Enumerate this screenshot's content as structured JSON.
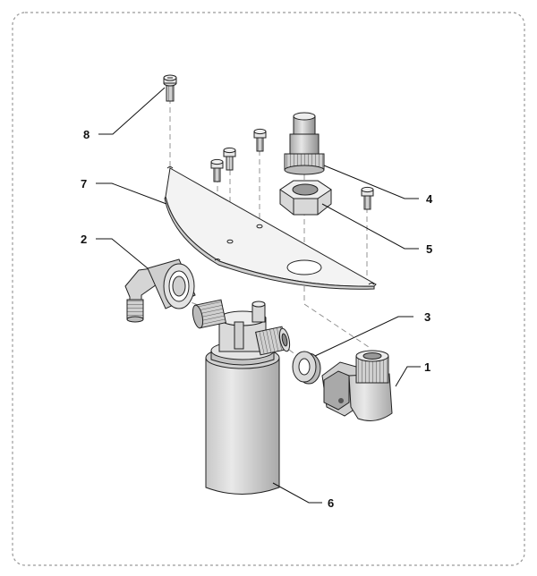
{
  "diagram": {
    "callouts": {
      "c1": "1",
      "c2": "2",
      "c3": "3",
      "c4": "4",
      "c5": "5",
      "c6": "6",
      "c7": "7",
      "c8": "8"
    },
    "colors": {
      "frame": "#999999",
      "part_fill": "#dcdcdc",
      "part_shadow": "#b5b5b5",
      "line": "#222222",
      "plate_fill": "#f2f2f2"
    }
  }
}
